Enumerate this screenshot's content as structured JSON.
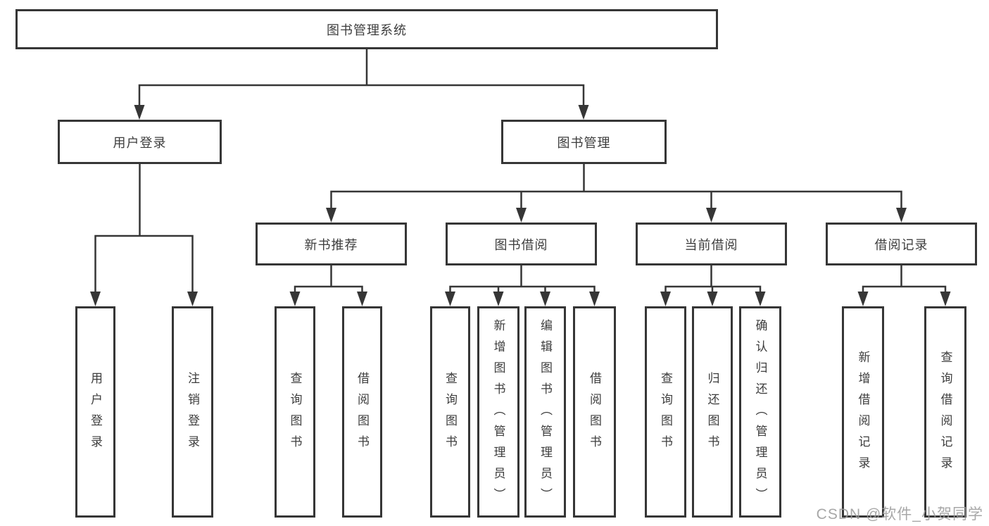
{
  "tree": {
    "root": {
      "label": "图书管理系统"
    },
    "branches": [
      {
        "label": "用户登录",
        "children": [
          {
            "label": "用户登录"
          },
          {
            "label": "注销登录"
          }
        ]
      },
      {
        "label": "图书管理",
        "groups": [
          {
            "label": "新书推荐",
            "children": [
              {
                "label": "查询图书"
              },
              {
                "label": "借阅图书"
              }
            ]
          },
          {
            "label": "图书借阅",
            "children": [
              {
                "label": "查询图书"
              },
              {
                "label": "新增图书（管理员）"
              },
              {
                "label": "编辑图书（管理员）"
              },
              {
                "label": "借阅图书"
              }
            ]
          },
          {
            "label": "当前借阅",
            "children": [
              {
                "label": "查询图书"
              },
              {
                "label": "归还图书"
              },
              {
                "label": "确认归还（管理员）"
              }
            ]
          },
          {
            "label": "借阅记录",
            "children": [
              {
                "label": "新增借阅记录"
              },
              {
                "label": "查询借阅记录"
              }
            ]
          }
        ]
      }
    ]
  },
  "watermark": "CSDN @软件_小贺同学",
  "colors": {
    "ink": "#363636",
    "text": "#3d3d3d",
    "watermark": "#9c9c9c",
    "background": "#ffffff"
  }
}
